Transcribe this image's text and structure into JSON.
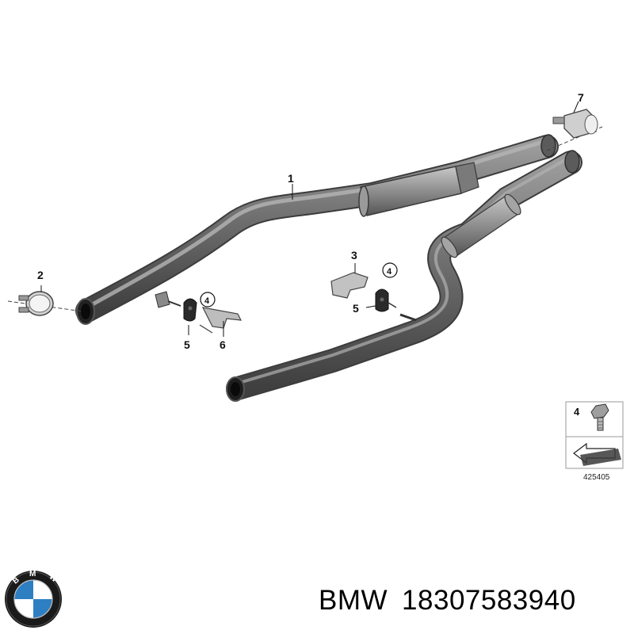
{
  "diagram": {
    "callouts": [
      "1",
      "2",
      "3",
      "4",
      "5",
      "6",
      "7"
    ],
    "legend": {
      "part_number": "4",
      "drawing_id": "425405"
    }
  },
  "caption": {
    "brand": "BMW",
    "part_number": "18307583940"
  },
  "logo": {
    "text": "BMW",
    "colors": {
      "ring": "#1a1a1a",
      "blue": "#2e7fc1",
      "white": "#ffffff"
    }
  }
}
